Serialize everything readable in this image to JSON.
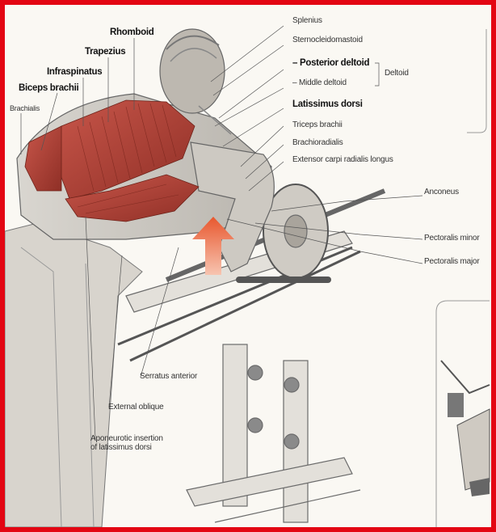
{
  "labels": {
    "rhomboid": "Rhomboid",
    "trapezius": "Trapezius",
    "infraspinatus": "Infraspinatus",
    "biceps_brachii": "Biceps brachii",
    "brachialis": "Brachialis",
    "splenius": "Splenius",
    "sternocleidomastoid": "Sternocleidomastoid",
    "posterior_deltoid": "– Posterior deltoid",
    "middle_deltoid": "– Middle deltoid",
    "deltoid": "Deltoid",
    "latissimus_dorsi": "Latissimus dorsi",
    "triceps_brachii": "Triceps brachii",
    "brachioradialis": "Brachioradialis",
    "extensor_carpi": "Extensor carpi radialis longus",
    "anconeus": "Anconeus",
    "pectoralis_minor": "Pectoralis minor",
    "pectoralis_major": "Pectoralis major",
    "serratus_anterior": "Serratus anterior",
    "external_oblique": "External oblique",
    "aponeurotic_line1": "Aponeurotic insertion",
    "aponeurotic_line2": "of latissimus dorsi"
  },
  "colors": {
    "border": "#e30613",
    "muscle": "#b5473a",
    "arrow": "#e8572e"
  }
}
